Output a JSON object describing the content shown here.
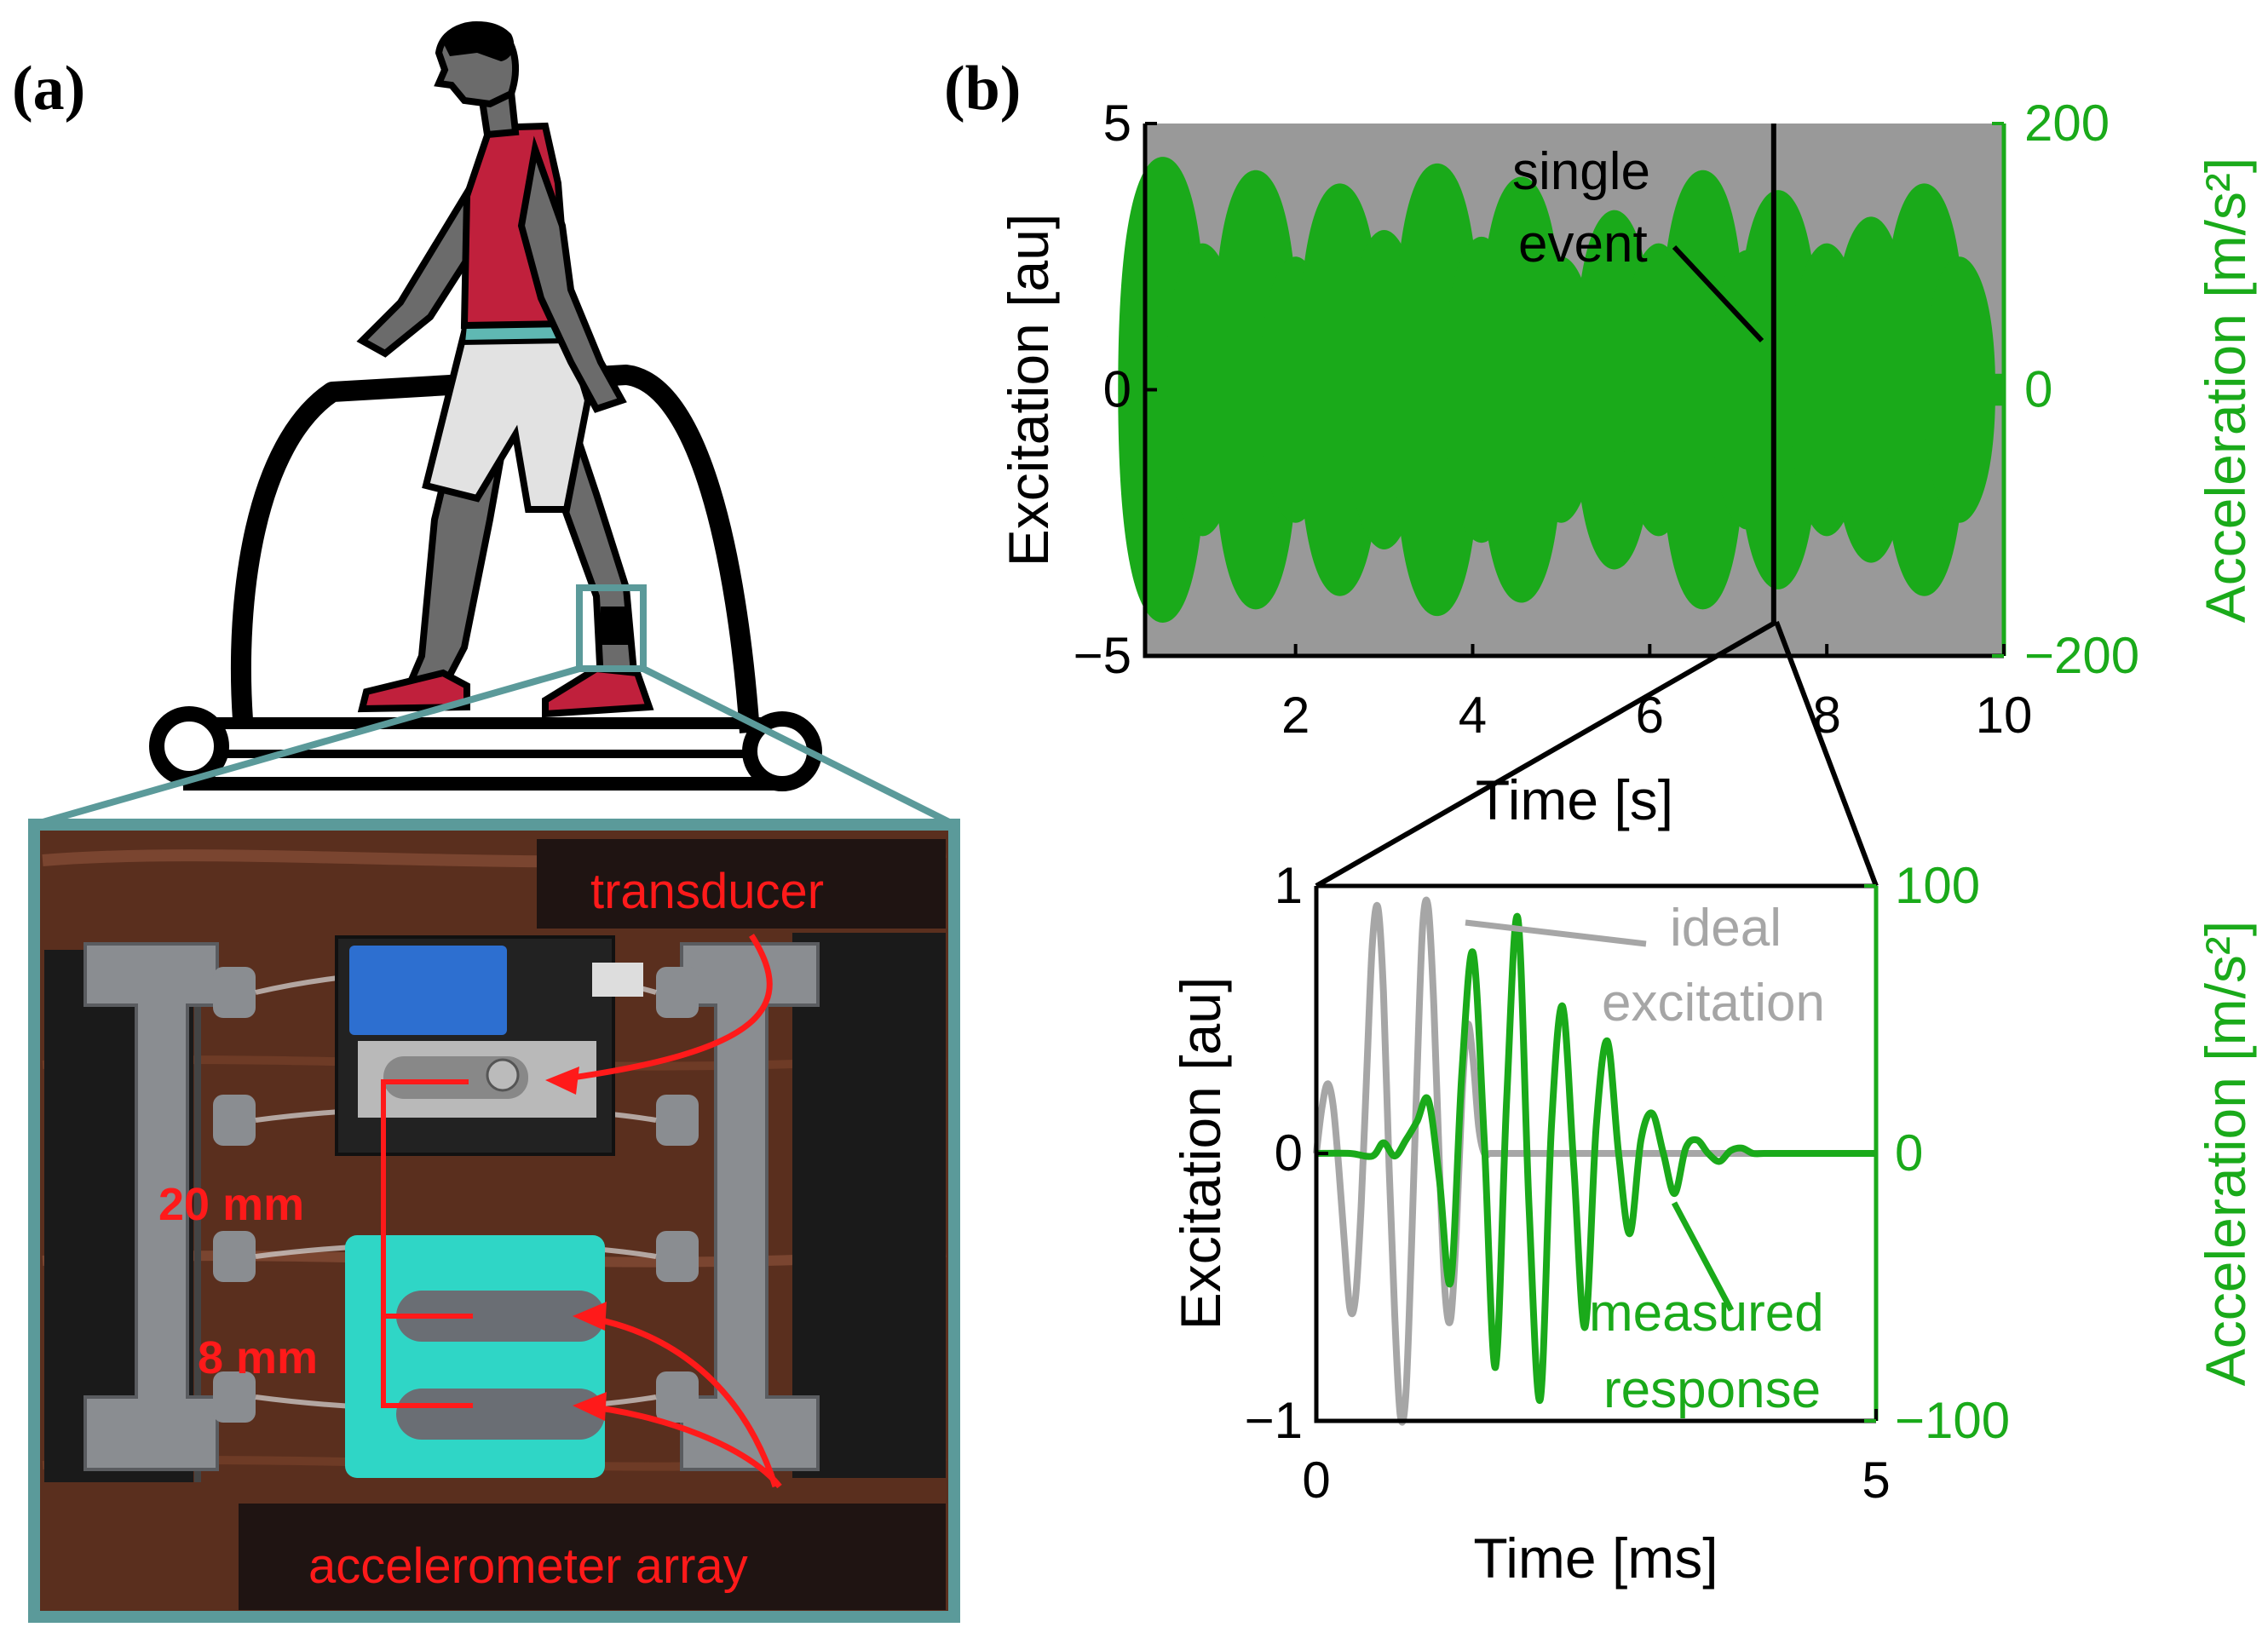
{
  "panel_labels": {
    "a": "(a)",
    "b": "(b)"
  },
  "colors": {
    "green": "#1aaa1a",
    "teal": "#5b9a9a",
    "red_text": "#ff1a1a",
    "plot_bg": "#999999",
    "ideal": "#a6a6a6",
    "shirt": "#c0203c",
    "skin": "#6b6b6b",
    "shorts": "#e2e2e2",
    "waist": "#5fb8b3",
    "black": "#000000"
  },
  "photo_labels": {
    "transducer": "transducer",
    "accelerometer_array": "accelerometer array",
    "dim_20": "20 mm",
    "dim_8": "8 mm"
  },
  "chart_data": [
    {
      "type": "line",
      "title": "",
      "xlabel": "Time [s]",
      "ylabel": "Excitation [au]",
      "y2label": "Acceleration [m/s²]",
      "xlim": [
        0,
        10
      ],
      "ylim": [
        -5,
        5
      ],
      "y2lim": [
        -200,
        200
      ],
      "xticks": [
        "2",
        "4",
        "6",
        "8",
        "10"
      ],
      "yticks": [
        "−5",
        "0",
        "5"
      ],
      "y2ticks": [
        "−200",
        "0",
        "200"
      ],
      "grid": false,
      "annotation": {
        "line1": "single",
        "line2": "event",
        "x": 7.4
      },
      "series": [
        {
          "color": "#1aaa1a",
          "burst_times_s": [
            0.5,
            0.95,
            1.55,
            2.0,
            2.5,
            3.0,
            3.6,
            4.1,
            4.55,
            5.0,
            5.6,
            6.1,
            6.6,
            7.1,
            7.45,
            8.0,
            8.5,
            9.1,
            9.5
          ],
          "burst_amplitudes": [
            175,
            110,
            165,
            100,
            155,
            120,
            170,
            115,
            160,
            100,
            135,
            110,
            165,
            105,
            150,
            110,
            130,
            155,
            100
          ]
        }
      ]
    },
    {
      "type": "line",
      "title": "",
      "xlabel": "Time [ms]",
      "ylabel": "Excitation [au]",
      "y2label": "Acceleration [m/s²]",
      "xlim": [
        0,
        5
      ],
      "ylim": [
        -1,
        1
      ],
      "y2lim": [
        -100,
        100
      ],
      "xticks": [
        "0",
        "5"
      ],
      "yticks": [
        "−1",
        "0",
        "1"
      ],
      "y2ticks": [
        "−100",
        "0",
        "100"
      ],
      "grid": false,
      "legend_annotations": {
        "ideal": [
          "ideal",
          "excitation"
        ],
        "measured": [
          "measured",
          "response"
        ]
      },
      "series": [
        {
          "name": "ideal excitation",
          "color": "#a6a6a6",
          "x": [
            0.0,
            0.05,
            0.1,
            0.15,
            0.2,
            0.25,
            0.3,
            0.35,
            0.4,
            0.45,
            0.5,
            0.55,
            0.6,
            0.65,
            0.7,
            0.75,
            0.8,
            0.85,
            0.9,
            0.95,
            1.0,
            1.05,
            1.1,
            1.15,
            1.2,
            1.25,
            1.3,
            1.35,
            1.4,
            1.45,
            1.5,
            1.55,
            1.6,
            1.7,
            1.8,
            2.0,
            3.0,
            4.0,
            5.0
          ],
          "y": [
            0.0,
            0.17,
            0.26,
            0.18,
            -0.05,
            -0.33,
            -0.58,
            -0.54,
            -0.2,
            0.3,
            0.78,
            0.92,
            0.6,
            -0.05,
            -0.6,
            -0.98,
            -0.9,
            -0.35,
            0.3,
            0.85,
            0.92,
            0.55,
            -0.05,
            -0.52,
            -0.62,
            -0.3,
            0.2,
            0.48,
            0.35,
            0.1,
            0.0,
            0.0,
            0.0,
            0.0,
            0.0,
            0.0,
            0.0,
            0.0,
            0.0
          ]
        },
        {
          "name": "measured response",
          "color": "#1aaa1a",
          "x": [
            0.0,
            0.3,
            0.5,
            0.6,
            0.7,
            0.8,
            0.9,
            1.0,
            1.1,
            1.2,
            1.3,
            1.4,
            1.5,
            1.6,
            1.7,
            1.8,
            1.9,
            2.0,
            2.1,
            2.2,
            2.3,
            2.4,
            2.5,
            2.6,
            2.7,
            2.8,
            2.9,
            3.0,
            3.1,
            3.2,
            3.3,
            3.4,
            3.5,
            3.6,
            3.7,
            3.8,
            3.9,
            4.0,
            4.2,
            4.5,
            5.0
          ],
          "y": [
            0.0,
            0.0,
            -0.01,
            0.04,
            -0.01,
            0.05,
            0.12,
            0.2,
            -0.1,
            -0.48,
            0.3,
            0.75,
            0.05,
            -0.8,
            0.2,
            0.88,
            -0.2,
            -0.92,
            0.1,
            0.55,
            -0.05,
            -0.65,
            0.1,
            0.42,
            0.0,
            -0.3,
            0.05,
            0.15,
            0.0,
            -0.15,
            0.02,
            0.05,
            0.0,
            -0.03,
            0.01,
            0.02,
            0.0,
            0.0,
            0.0,
            0.0,
            0.0
          ]
        }
      ]
    }
  ]
}
